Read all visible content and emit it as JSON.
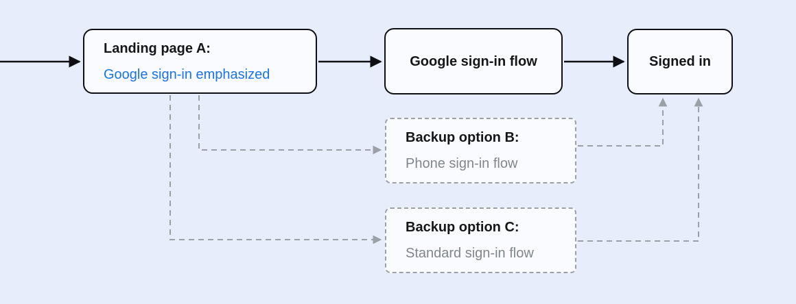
{
  "diagram": {
    "type": "flowchart",
    "background_color": "#e7edfb",
    "colors": {
      "node_fill": "#f9fbfe",
      "solid_border_and_arrow": "#0d0f12",
      "dashed_line_gray": "#9aa0a6",
      "accent_blue": "#1a73e8",
      "muted_gray_text": "#80868b",
      "title_text": "#161616"
    },
    "nodes": {
      "landing": {
        "title": "Landing page A:",
        "subtitle": "Google sign-in emphasized"
      },
      "google_flow": {
        "label": "Google sign-in flow"
      },
      "signed_in": {
        "label": "Signed in"
      },
      "backup_b": {
        "title": "Backup option B:",
        "subtitle": "Phone sign-in flow"
      },
      "backup_c": {
        "title": "Backup option C:",
        "subtitle": "Standard sign-in flow"
      }
    }
  }
}
